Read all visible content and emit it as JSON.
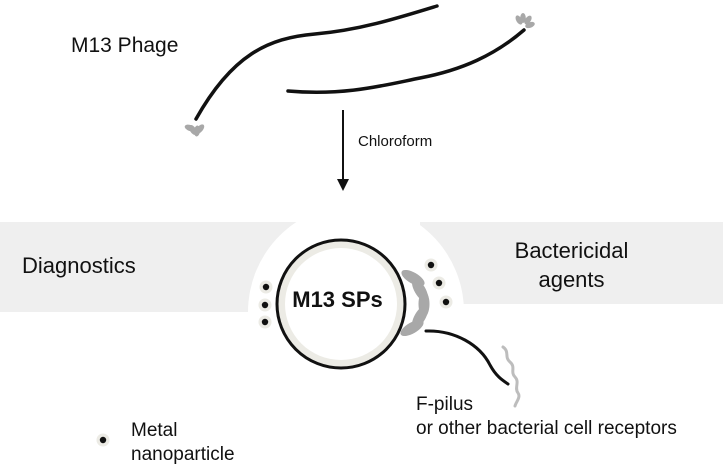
{
  "phage": {
    "title": "M13 Phage"
  },
  "process": {
    "arrow_label": "Chloroform"
  },
  "panels": {
    "left": {
      "label": "Diagnostics"
    },
    "right": {
      "line1": "Bactericidal",
      "line2": "agents"
    }
  },
  "center": {
    "label": "M13 SPs"
  },
  "receptor": {
    "line1": "F-pilus",
    "line2": "or other bacterial cell receptors"
  },
  "legend": {
    "line1": "Metal",
    "line2": "nanoparticle"
  },
  "colors": {
    "band": "#efefef",
    "ring": "#ecebe5",
    "protein": "#a8a8a8",
    "pilus": "#bdbdbd",
    "ink": "#111111"
  }
}
